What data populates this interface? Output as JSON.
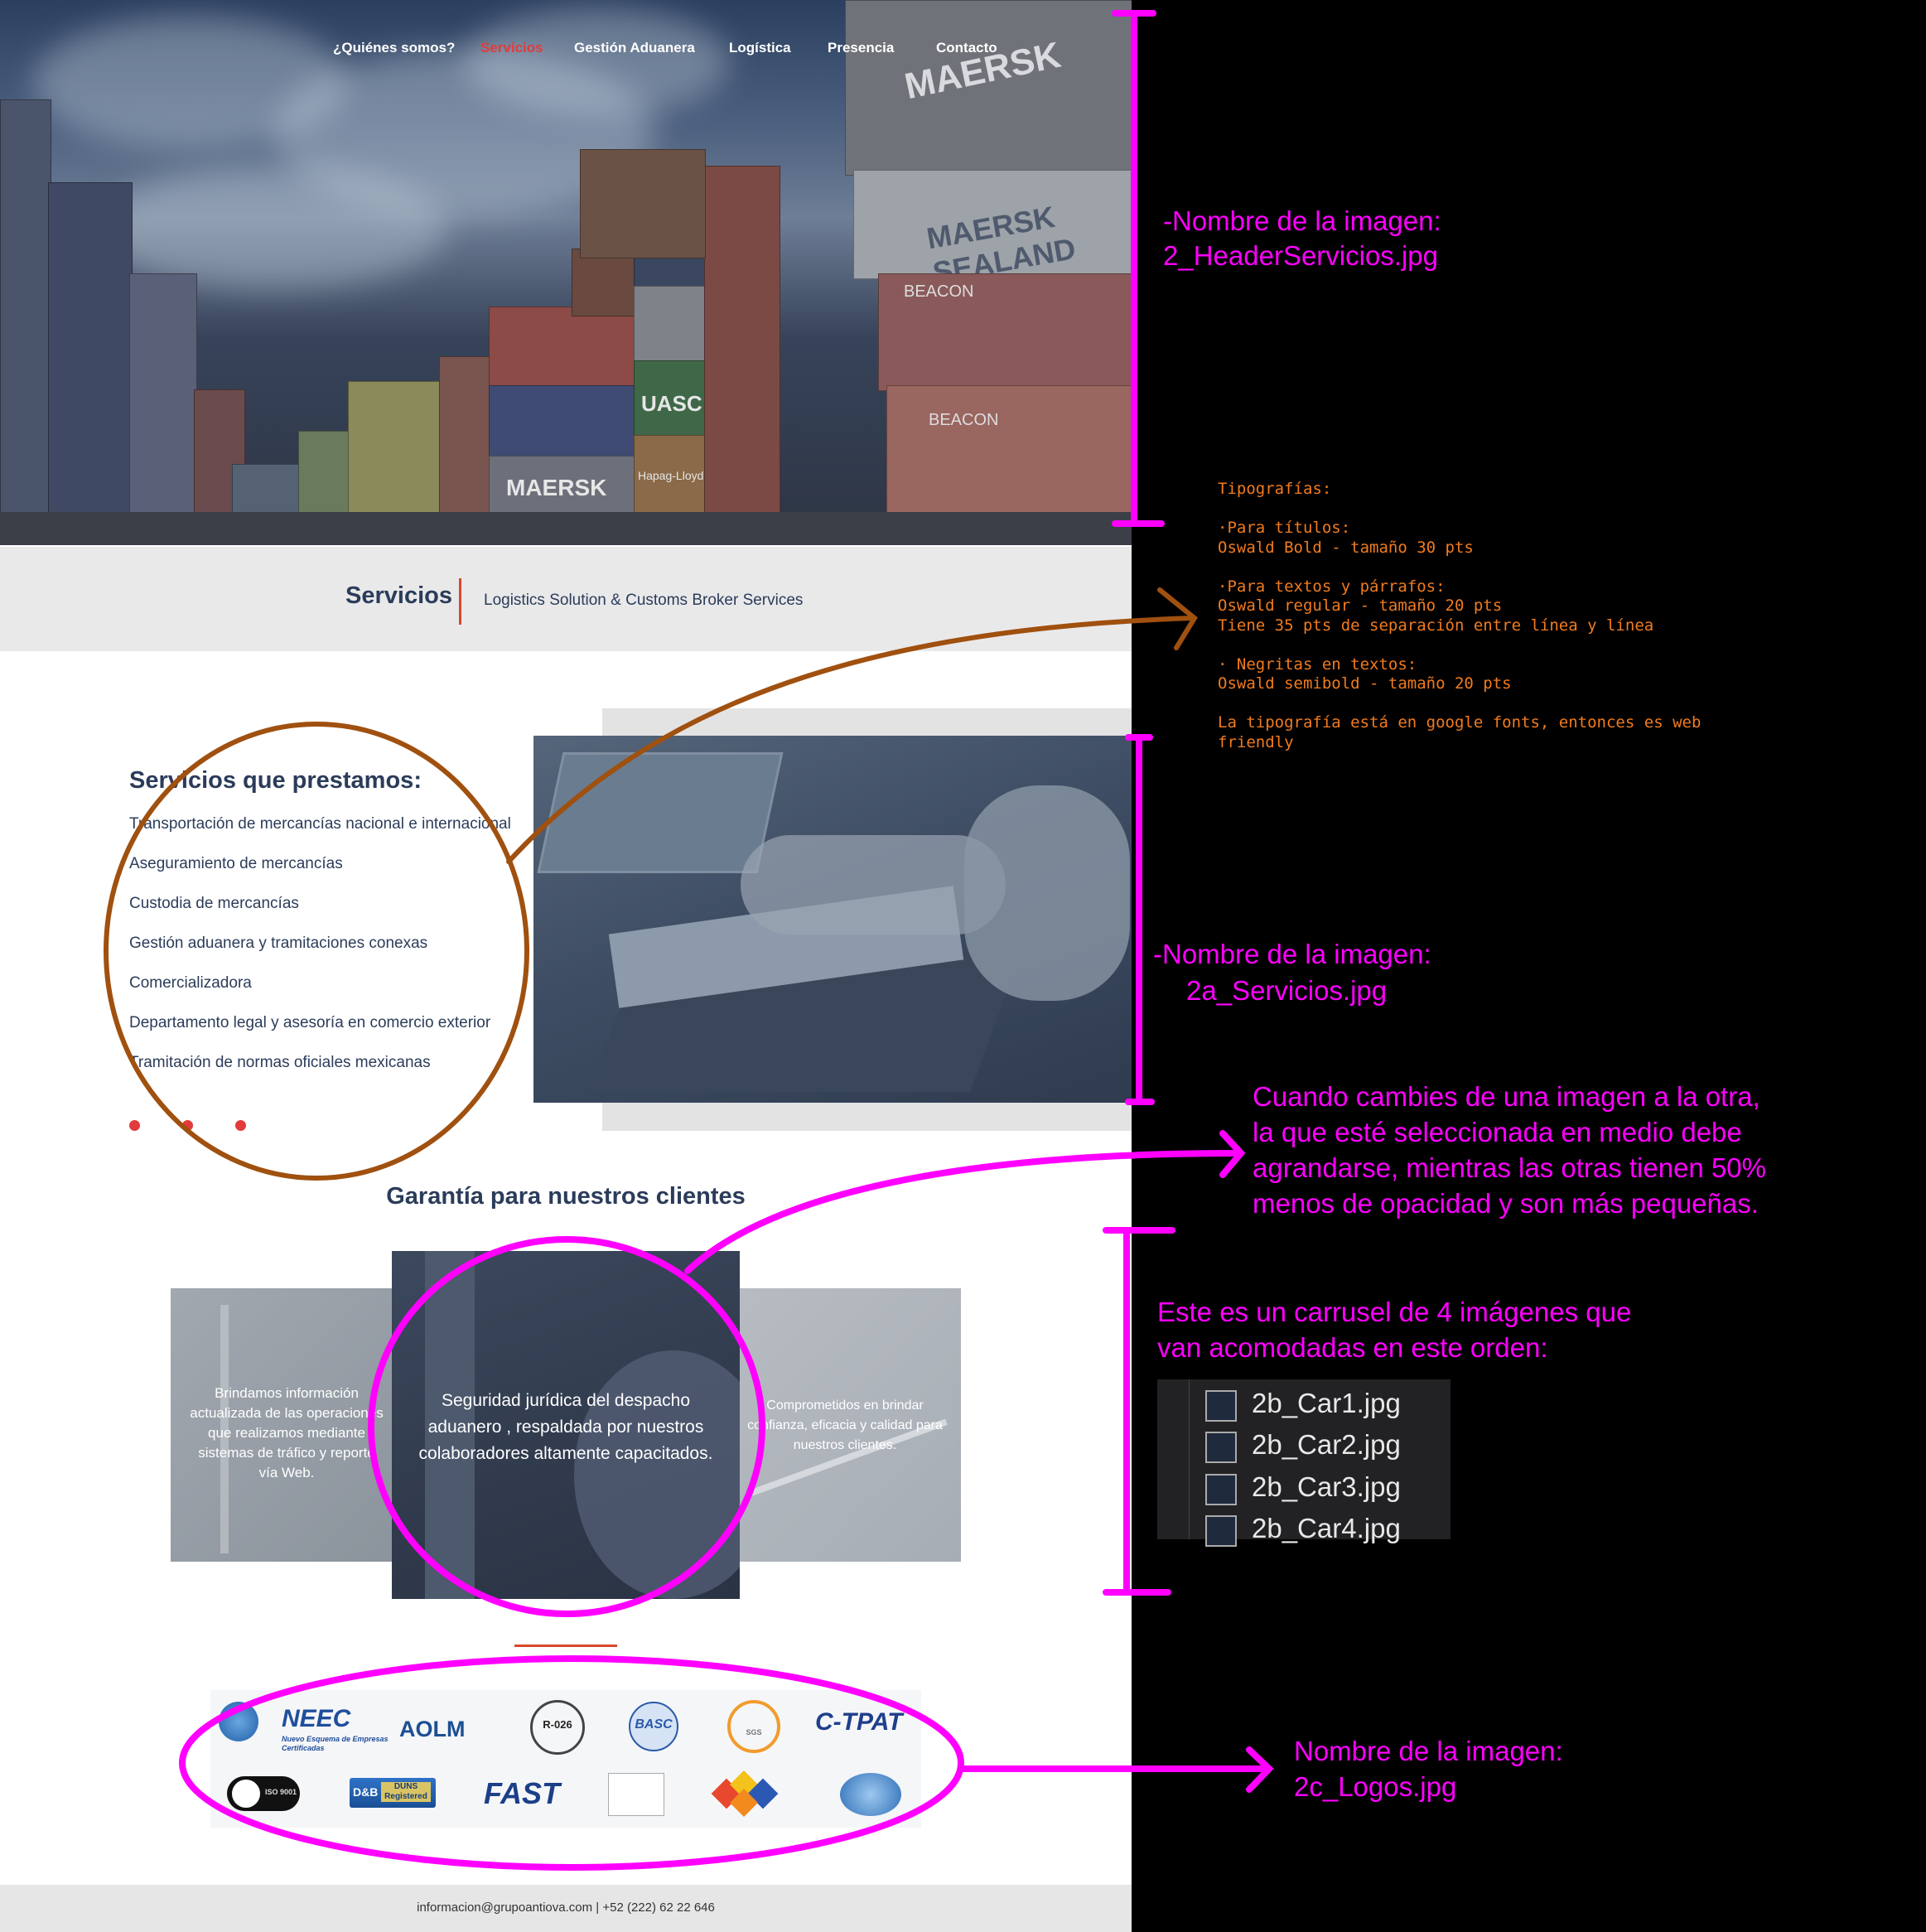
{
  "nav": {
    "items": [
      {
        "label": "¿Quiénes somos?",
        "active": false
      },
      {
        "label": "Servicios",
        "active": true
      },
      {
        "label": "Gestión Aduanera",
        "active": false
      },
      {
        "label": "Logística",
        "active": false
      },
      {
        "label": "Presencia",
        "active": false
      },
      {
        "label": "Contacto",
        "active": false
      }
    ]
  },
  "hero": {
    "container_text": [
      "MAERSK",
      "MAERSK SEALAND",
      "BEACON",
      "UASC",
      "MAERSK",
      "Hapag-Lloyd"
    ]
  },
  "band": {
    "title": "Servicios",
    "subtitle": "Logistics Solution & Customs Broker Services"
  },
  "services": {
    "title": "Servicios que prestamos:",
    "items": [
      "Transportación de mercancías nacional e internacional",
      "Aseguramiento de mercancías",
      "Custodia de mercancías",
      "Gestión aduanera y tramitaciones conexas",
      "Comercializadora",
      "Departamento legal y asesoría en comercio exterior",
      "Tramitación de normas oficiales mexicanas"
    ]
  },
  "guarantee": {
    "title": "Garantía para nuestros clientes",
    "cards": {
      "left": "Brindamos información actualizada de las operaciones que realizamos mediante sistemas de tráfico y reporte vía Web.",
      "center": "Seguridad jurídica del despacho aduanero , respaldada por nuestros colaboradores altamente capacitados.",
      "right": "Comprometidos en brindar confianza, eficacia y calidad para nuestros clientes."
    }
  },
  "logos": {
    "row1": [
      "NEEC",
      "Nuevo Esquema de Empresas Certificadas",
      "AOLM",
      "R-026",
      "BASC",
      "SGS",
      "C-TPAT"
    ],
    "row2": [
      "ISO 9001",
      "D&B",
      "DUNS Registered",
      "FAST"
    ]
  },
  "footer": {
    "contact": "informacion@grupoantiova.com | +52 (222) 62 22 646"
  },
  "annotations": {
    "header_image": [
      "-Nombre de la imagen:",
      "2_HeaderServicios.jpg"
    ],
    "typography": [
      "Tipografías:",
      "",
      "·Para títulos:",
      "Oswald Bold - tamaño 30 pts",
      "",
      "·Para textos y párrafos:",
      "Oswald regular - tamaño 20 pts",
      "Tiene 35 pts de separación entre línea y línea",
      "",
      "· Negritas en textos:",
      "Oswald semibold - tamaño 20 pts",
      "",
      "La tipografía está en google fonts, entonces es web",
      "friendly"
    ],
    "services_image": [
      "-Nombre de la imagen:",
      "2a_Servicios.jpg"
    ],
    "carousel_behavior": [
      "Cuando cambies de una imagen a la otra,",
      "la que esté seleccionada en medio debe",
      "agrandarse, mientras las otras tienen 50%",
      "menos de opacidad y son más pequeñas."
    ],
    "carousel_order": [
      "Este es un carrusel de 4 imágenes que",
      "van acomodadas en este orden:"
    ],
    "carousel_files": [
      "2b_Car1.jpg",
      "2b_Car2.jpg",
      "2b_Car3.jpg",
      "2b_Car4.jpg"
    ],
    "logos_image": [
      "Nombre de la imagen:",
      "2c_Logos.jpg"
    ]
  },
  "colors": {
    "accent_red": "#e23b3b",
    "navy": "#2b3c5a",
    "annotation_pink": "#ff00ff",
    "annotation_orange": "#f07b1f",
    "annotation_brown": "#a0500f"
  }
}
